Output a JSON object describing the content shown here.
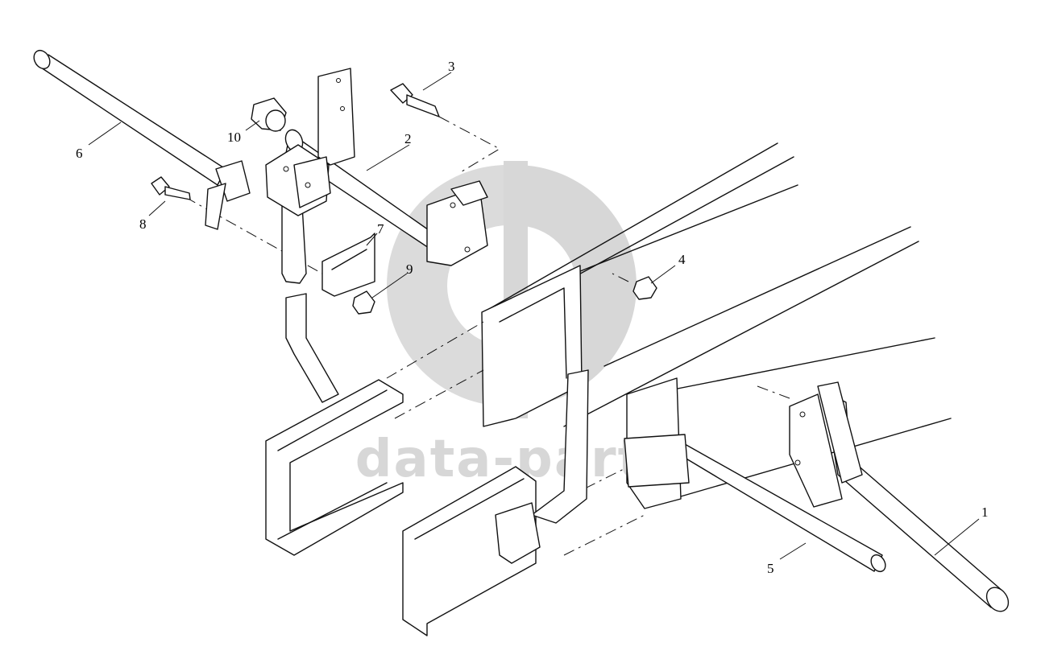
{
  "watermark": {
    "text": "data-parts",
    "color": "#d7d7d7"
  },
  "callouts": [
    "1",
    "2",
    "3",
    "4",
    "5",
    "6",
    "7",
    "8",
    "9",
    "10"
  ],
  "colors": {
    "line": "#111111",
    "background": "#ffffff"
  }
}
